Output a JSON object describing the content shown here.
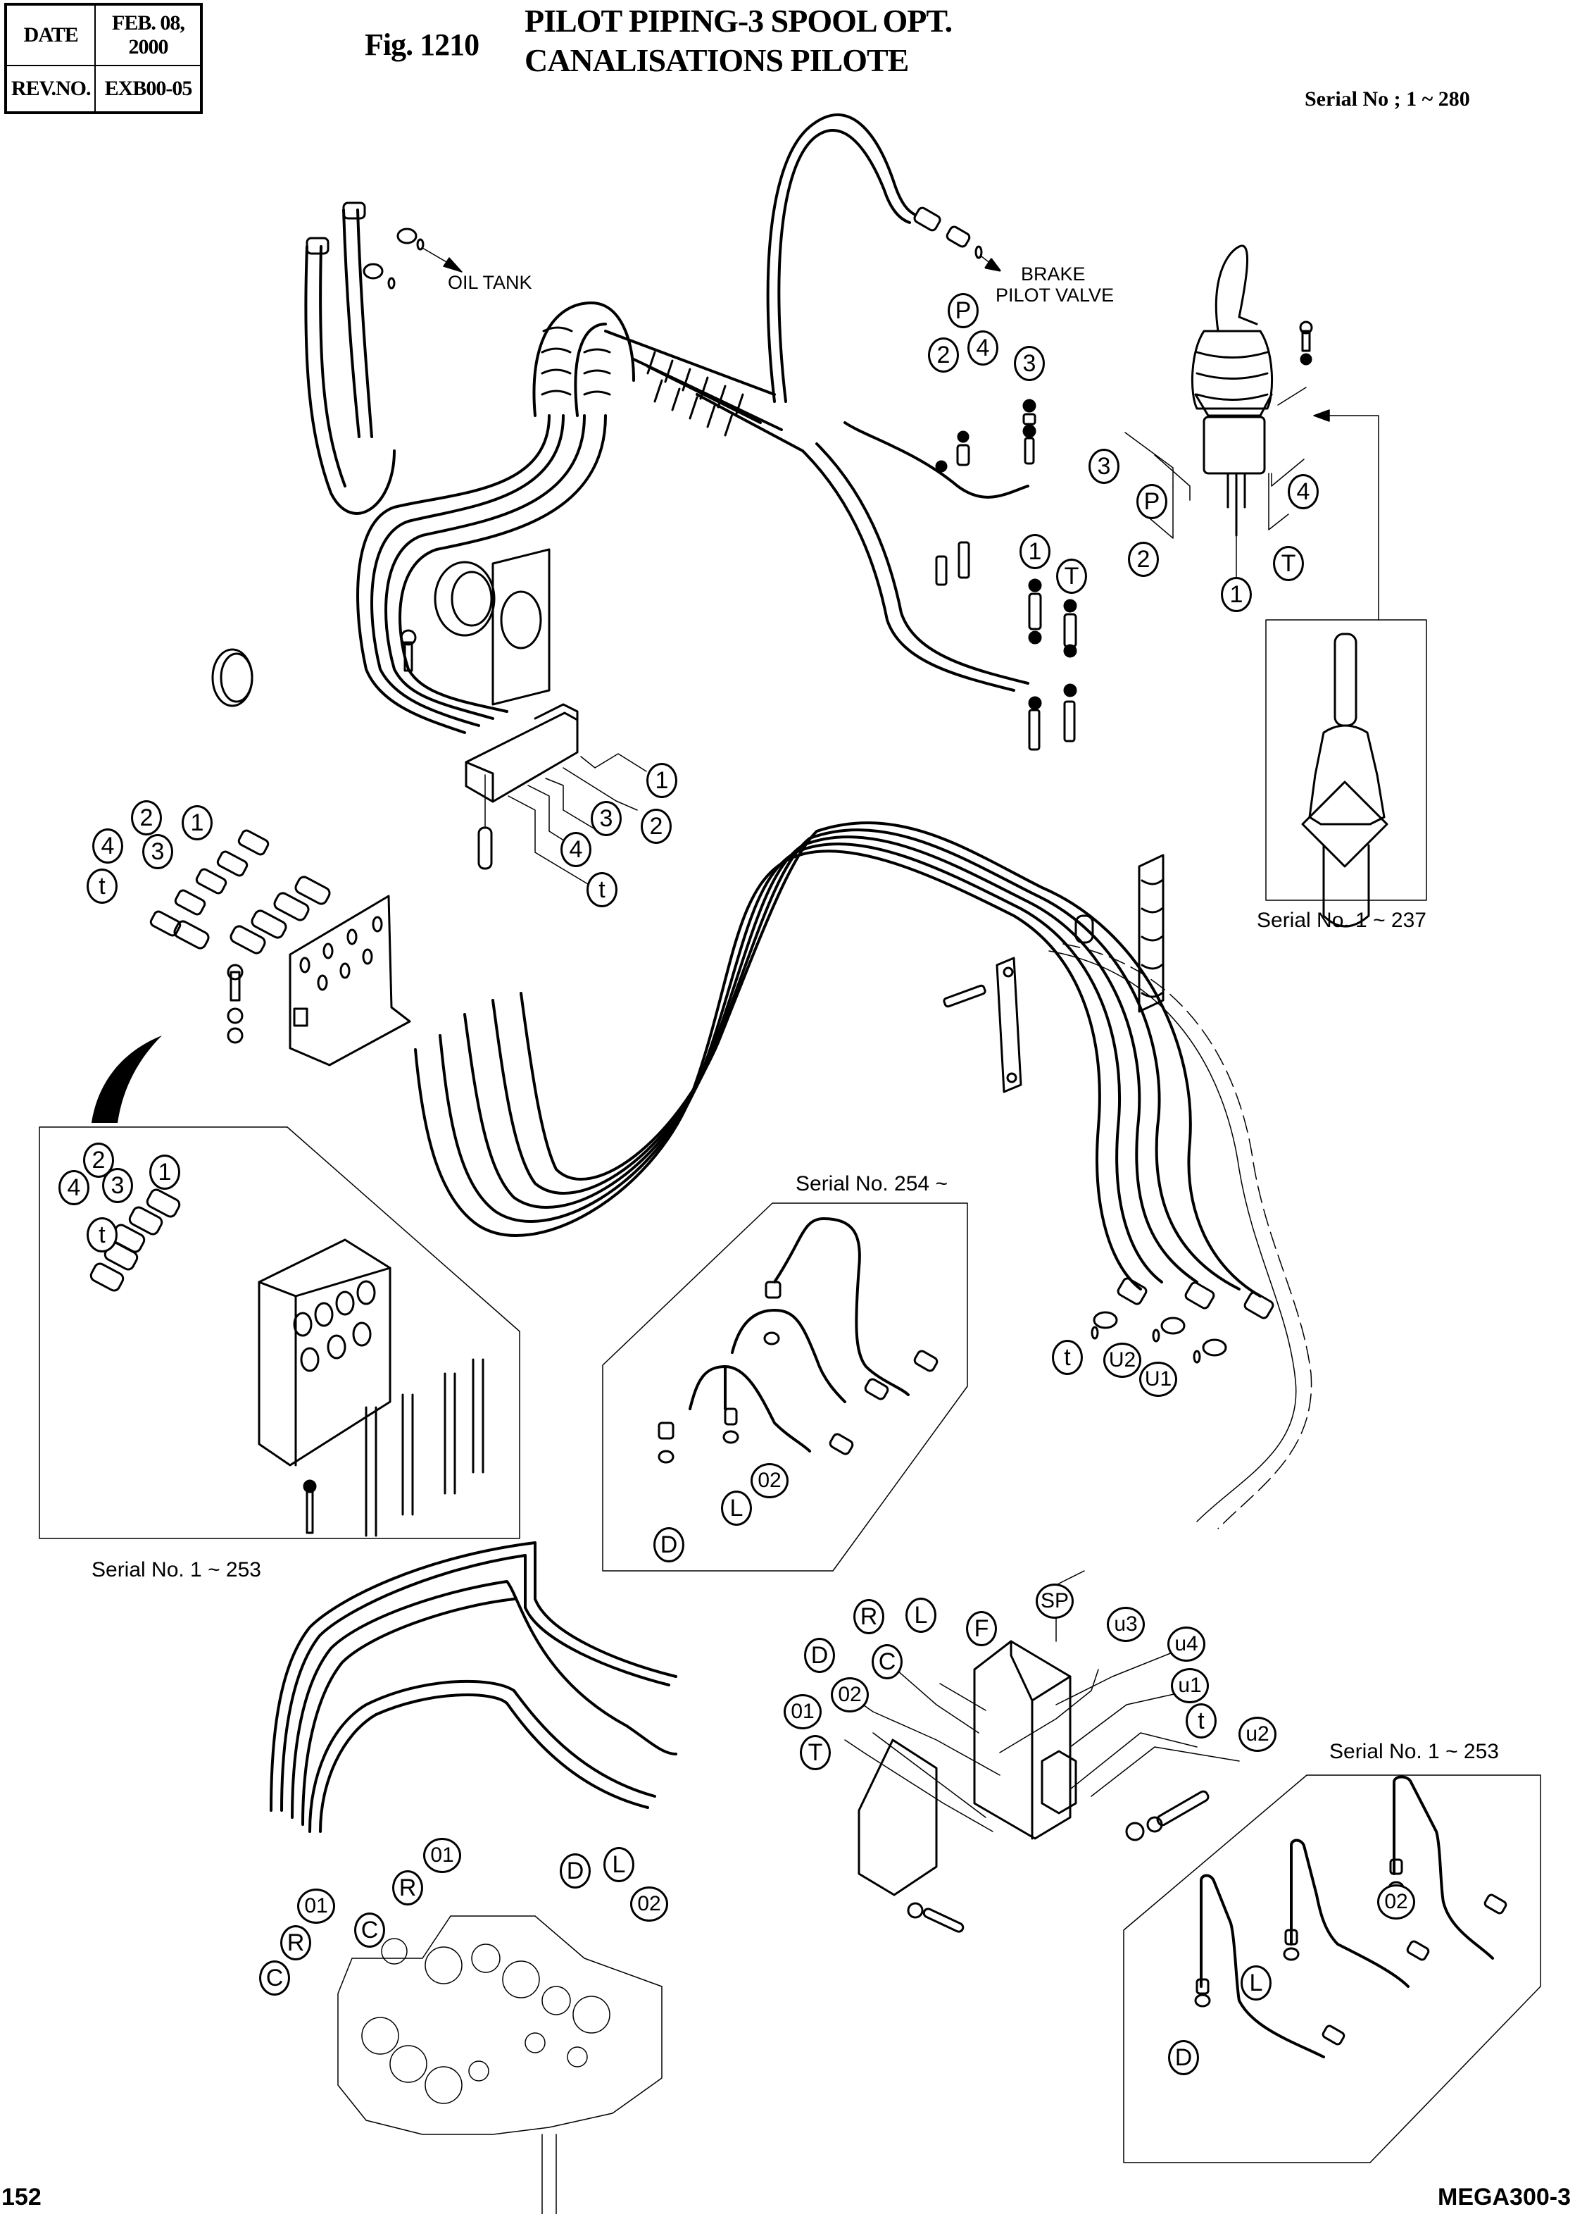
{
  "header": {
    "date_label": "DATE",
    "date_value": "FEB. 08, 2000",
    "rev_label": "REV.NO.",
    "rev_value": "EXB00-05",
    "figure_number": "Fig. 1210",
    "title_line1": "PILOT PIPING-3 SPOOL OPT.",
    "title_line2": "CANALISATIONS PILOTE",
    "serial_range": "Serial No ; 1 ~ 280"
  },
  "annotations": {
    "oil_tank": "OIL TANK",
    "brake_line1": "BRAKE",
    "brake_line2": "PILOT VALVE"
  },
  "detail_labels": {
    "joystick_inset": "Serial No. 1 ~ 237",
    "manifold_inset": "Serial No. 1 ~ 253",
    "upper_pipes_inset": "Serial No. 254 ~",
    "lower_pipes_inset": "Serial No. 1 ~ 253"
  },
  "callouts": [
    {
      "text": "P",
      "group": "pilot-valve-ports-top"
    },
    {
      "text": "2",
      "group": "pilot-valve-ports-top"
    },
    {
      "text": "4",
      "group": "pilot-valve-ports-top"
    },
    {
      "text": "3",
      "group": "pilot-valve-ports-top"
    },
    {
      "text": "1",
      "group": "pilot-valve-ports-top"
    },
    {
      "text": "T",
      "group": "pilot-valve-ports-top"
    },
    {
      "text": "3",
      "group": "joystick-ports"
    },
    {
      "text": "P",
      "group": "joystick-ports"
    },
    {
      "text": "4",
      "group": "joystick-ports"
    },
    {
      "text": "2",
      "group": "joystick-ports"
    },
    {
      "text": "T",
      "group": "joystick-ports"
    },
    {
      "text": "1",
      "group": "joystick-ports"
    },
    {
      "text": "1",
      "group": "block-ports"
    },
    {
      "text": "3",
      "group": "block-ports"
    },
    {
      "text": "2",
      "group": "block-ports"
    },
    {
      "text": "4",
      "group": "block-ports"
    },
    {
      "text": "t",
      "group": "block-ports"
    },
    {
      "text": "2",
      "group": "bracket-fittings"
    },
    {
      "text": "1",
      "group": "bracket-fittings"
    },
    {
      "text": "4",
      "group": "bracket-fittings"
    },
    {
      "text": "3",
      "group": "bracket-fittings"
    },
    {
      "text": "t",
      "group": "bracket-fittings"
    },
    {
      "text": "2",
      "group": "manifold-inset"
    },
    {
      "text": "1",
      "group": "manifold-inset"
    },
    {
      "text": "4",
      "group": "manifold-inset"
    },
    {
      "text": "3",
      "group": "manifold-inset"
    },
    {
      "text": "t",
      "group": "manifold-inset"
    },
    {
      "text": "t",
      "group": "hose-ends"
    },
    {
      "text": "U2",
      "group": "hose-ends"
    },
    {
      "text": "U1",
      "group": "hose-ends"
    },
    {
      "text": "02",
      "group": "upper-pipes-inset"
    },
    {
      "text": "L",
      "group": "upper-pipes-inset"
    },
    {
      "text": "D",
      "group": "upper-pipes-inset"
    },
    {
      "text": "SP",
      "group": "valve-block"
    },
    {
      "text": "R",
      "group": "valve-block"
    },
    {
      "text": "L",
      "group": "valve-block"
    },
    {
      "text": "F",
      "group": "valve-block"
    },
    {
      "text": "u3",
      "group": "valve-block"
    },
    {
      "text": "D",
      "group": "valve-block"
    },
    {
      "text": "C",
      "group": "valve-block"
    },
    {
      "text": "u4",
      "group": "valve-block"
    },
    {
      "text": "02",
      "group": "valve-block"
    },
    {
      "text": "u1",
      "group": "valve-block"
    },
    {
      "text": "01",
      "group": "valve-block"
    },
    {
      "text": "t",
      "group": "valve-block"
    },
    {
      "text": "T",
      "group": "valve-block"
    },
    {
      "text": "u2",
      "group": "valve-block"
    },
    {
      "text": "01",
      "group": "pipe-fittings-left"
    },
    {
      "text": "R",
      "group": "pipe-fittings-left"
    },
    {
      "text": "C",
      "group": "pipe-fittings-left"
    },
    {
      "text": "01",
      "group": "control-valve"
    },
    {
      "text": "D",
      "group": "control-valve"
    },
    {
      "text": "L",
      "group": "control-valve"
    },
    {
      "text": "R",
      "group": "control-valve"
    },
    {
      "text": "C",
      "group": "control-valve"
    },
    {
      "text": "02",
      "group": "control-valve"
    },
    {
      "text": "02",
      "group": "lower-pipes-inset"
    },
    {
      "text": "L",
      "group": "lower-pipes-inset"
    },
    {
      "text": "D",
      "group": "lower-pipes-inset"
    }
  ],
  "footer": {
    "page_number": "152",
    "model": "MEGA300-3"
  }
}
